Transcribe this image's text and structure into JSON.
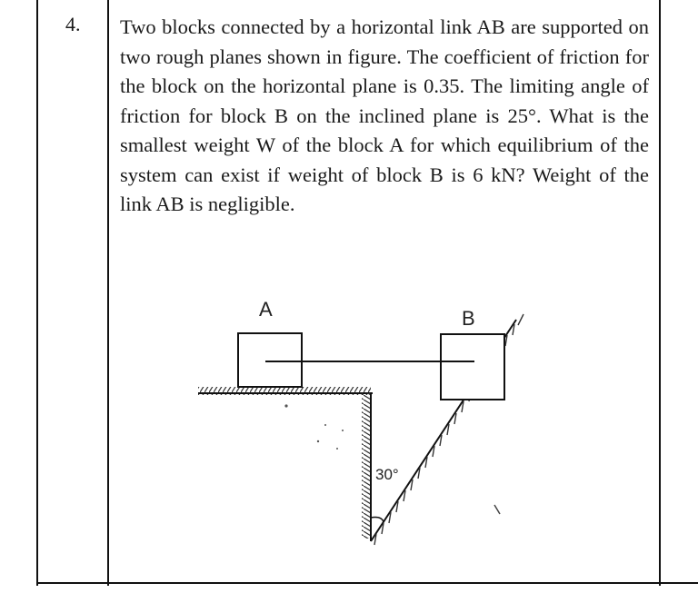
{
  "question": {
    "number": "4.",
    "text": "Two blocks connected by a horizontal link AB are supported on two rough planes shown in figure. The coefficient of friction for the block on the horizontal plane is 0.35. The limiting angle of friction for block B on the inclined plane is 25°. What is the smallest weight W of the block A for which equilibrium of the system can exist if weight of block B is 6 kN? Weight of the link AB is negligible."
  },
  "figure": {
    "block_a_label": "A",
    "block_b_label": "B",
    "angle_label": "30°"
  }
}
